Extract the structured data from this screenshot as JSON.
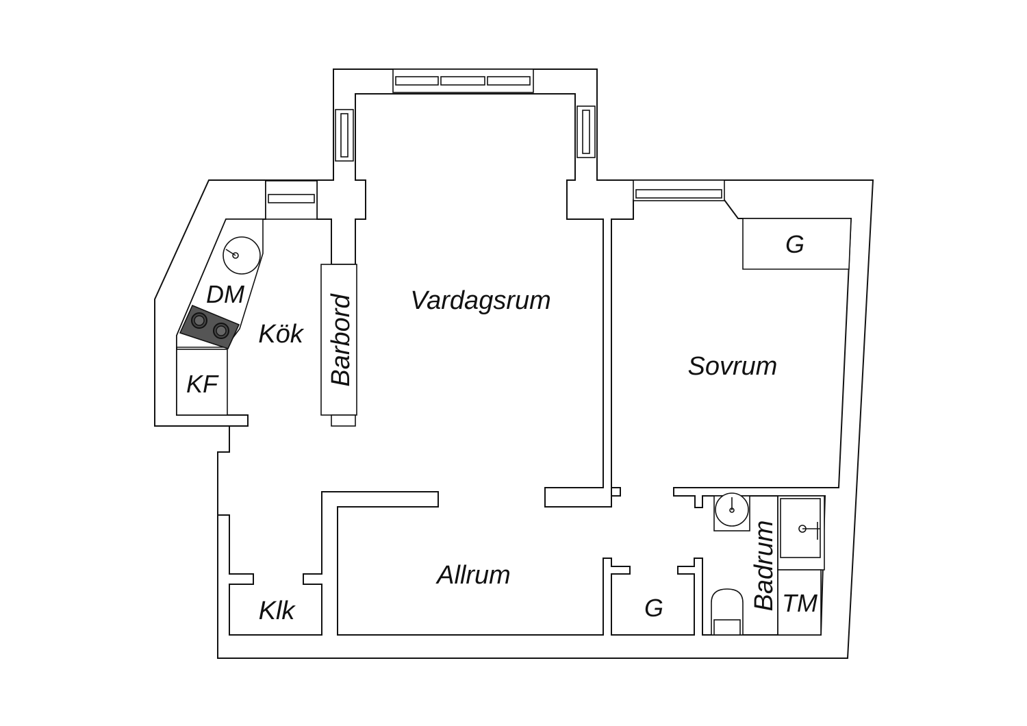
{
  "floorplan": {
    "rooms": {
      "vardagsrum": "Vardagsrum",
      "sovrum": "Sovrum",
      "kok": "Kök",
      "allrum": "Allrum",
      "klk": "Klk",
      "badrum": "Badrum"
    },
    "fixtures": {
      "barbord": "Barbord",
      "dm": "DM",
      "kf": "KF",
      "g_bedroom": "G",
      "g_hall": "G",
      "tm": "TM"
    },
    "colors": {
      "line": "#111111",
      "background": "#ffffff",
      "stove": "#555555"
    }
  }
}
